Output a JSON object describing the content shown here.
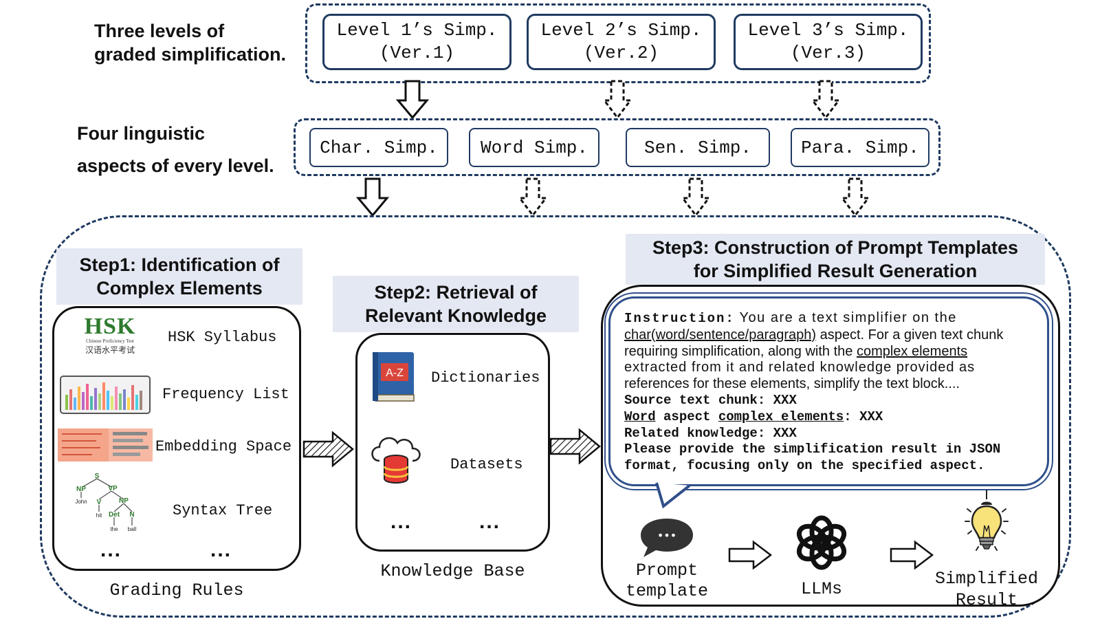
{
  "row1": {
    "label_line1": "Three levels of",
    "label_line2": "graded simplification.",
    "levels": [
      {
        "line1": "Level 1’s Simp.",
        "line2": "(Ver.1)"
      },
      {
        "line1": "Level 2’s Simp.",
        "line2": "(Ver.2)"
      },
      {
        "line1": "Level 3’s Simp.",
        "line2": "(Ver.3)"
      }
    ]
  },
  "row2": {
    "label_line1": "Four linguistic",
    "label_line2": "aspects of every level.",
    "aspects": [
      "Char. Simp.",
      "Word Simp.",
      "Sen. Simp.",
      "Para. Simp."
    ]
  },
  "step1": {
    "title_line1": "Step1: Identification of",
    "title_line2": "Complex Elements",
    "hsk_logo": "HSK",
    "hsk_logo_sub": "Chinese Proficiency Test",
    "hsk_logo_cn": "汉语水平考试",
    "items": [
      "HSK Syllabus",
      "Frequency List",
      "Embedding Space",
      "Syntax Tree"
    ],
    "tree": {
      "s": "S",
      "np": "NP",
      "vp": "VP",
      "john": "John",
      "v": "V",
      "np2": "NP",
      "hit": "hit",
      "det": "Det",
      "n": "N",
      "the": "the",
      "ball": "ball"
    },
    "ellipsis": "...",
    "footer": "Grading Rules"
  },
  "step2": {
    "title_line1": "Step2: Retrieval of",
    "title_line2": "Relevant Knowledge",
    "book_label": "A-Z",
    "items": [
      "Dictionaries",
      "Datasets"
    ],
    "ellipsis": "...",
    "footer": "Knowledge Base"
  },
  "step3": {
    "title_line1": "Step3: Construction of Prompt Templates",
    "title_line2": "for Simplified Result Generation",
    "prompt": {
      "instruction_label": "Instruction:",
      "l1_rest": " You are a text simplifier on the",
      "l2_u": "char(word/sentence/paragraph)",
      "l2_rest": " aspect. For a given text chunk",
      "l3_a": "requiring simplification, along with the ",
      "l3_u": "complex elements",
      "l4": "extracted from it and related knowledge provided as",
      "l5": "references for these elements, simplify the text block....",
      "l6": "Source text chunk:  XXX",
      "l7_u1": "Word",
      "l7_mid": " aspect ",
      "l7_u2": "complex elements",
      "l7_end": ":  XXX",
      "l8": "Related knowledge: XXX",
      "l9": "Please provide the simplification result in JSON",
      "l10": "format, focusing only on the specified aspect."
    },
    "pipeline": {
      "chat_dots": "•••",
      "prompt_line1": "Prompt",
      "prompt_line2": "template",
      "llm": "LLMs",
      "result_line1": "Simplified",
      "result_line2": "Result"
    }
  }
}
